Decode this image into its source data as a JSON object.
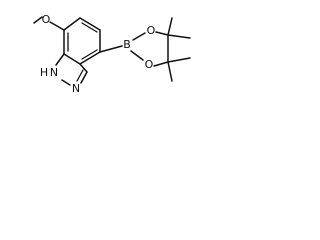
{
  "structure": {
    "atoms": {
      "oxygen_methoxy": "O",
      "nitrogen_nh": "N",
      "hydrogen_nh": "H",
      "nitrogen_ring": "N",
      "boron": "B",
      "oxygen_upper": "O",
      "oxygen_lower": "O"
    }
  },
  "colors": {
    "ink": "#111111",
    "background": "#ffffff"
  }
}
